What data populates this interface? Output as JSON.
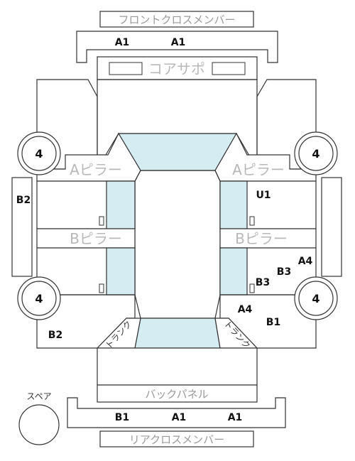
{
  "labels": {
    "front_cross_member": "フロントクロスメンバー",
    "core_support": "コアサポ",
    "a_pillar_left": "Aピラー",
    "a_pillar_right": "Aピラー",
    "b_pillar_left": "Bピラー",
    "b_pillar_right": "Bピラー",
    "back_panel": "バックパネル",
    "rear_cross_member": "リアクロスメンバー",
    "spare": "スペア",
    "trunk_left": "トランク",
    "trunk_right": "トランク"
  },
  "tires": {
    "front_left": "4",
    "front_right": "4",
    "rear_left": "4",
    "rear_right": "4"
  },
  "grades": {
    "front_cross_left": "A1",
    "front_cross_right": "A1",
    "left_side_panel": "B2",
    "right_front_door": "U1",
    "right_rear_a4_upper": "A4",
    "right_rear_b3_upper": "B3",
    "right_rear_b3_lower": "B3",
    "right_rear_a4_lower": "A4",
    "right_rear_b1": "B1",
    "left_rear_quarter": "B2",
    "rear_cross_left": "B1",
    "rear_cross_mid": "A1",
    "rear_cross_right": "A1"
  }
}
